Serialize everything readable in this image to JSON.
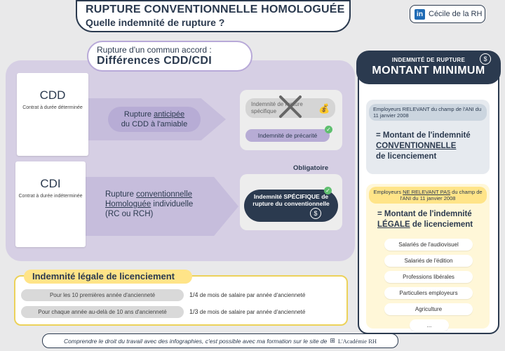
{
  "header": {
    "title_line1": "RUPTURE CONVENTIONNELLE HOMOLOGUÉE",
    "title_line2": "Quelle indemnité de rupture ?",
    "author_name": "Cécile de la RH",
    "author_icon": "linkedin-icon"
  },
  "section": {
    "subtitle_line1": "Rupture d'un commun accord :",
    "subtitle_line2": "Différences CDD/CDI"
  },
  "cdd": {
    "title": "CDD",
    "desc": "Contrat à durée déterminée",
    "rupture_pre": "Rupture ",
    "rupture_u": "anticipée",
    "rupture_post": "du CDD à l'amiable",
    "crossed_outcome": "Indemnité de rupture spécifique",
    "outcome": "Indemnité de précarité"
  },
  "cdi": {
    "title": "CDI",
    "desc": "Contrat à durée indéterminée",
    "rupture_pre": "Rupture ",
    "rupture_u1": "conventionnelle",
    "rupture_u2": "Homologuée",
    "rupture_post": " individuelle",
    "rupture_note": "(RC ou RCH)",
    "obligatoire": "Obligatoire",
    "outcome": "Indemnité SPÉCIFIQUE de rupture du conventionnelle"
  },
  "legal": {
    "title": "Indemnité légale de licenciement",
    "rows": [
      {
        "label": "Pour les 10 premières année d'ancienneté",
        "fraction": "1/4",
        "text": "de mois de salaire par année d'ancienneté"
      },
      {
        "label": "Pour chaque année au-delà de 10 ans d'ancienneté",
        "fraction": "1/3",
        "text": "de mois de salaire par année d'ancienneté"
      }
    ]
  },
  "right": {
    "head_small": "INDEMNITÉ DE RUPTURE",
    "head_big": "MONTANT MINIMUM",
    "relevant_label": "Employeurs RELEVANT du champ de l'ANI du 11 janvier 2008",
    "relevant_pre": "= Montant de l'indemnité",
    "relevant_u": "CONVENTIONNELLE",
    "relevant_post": "de licenciement",
    "nonrelevant_pre": "Employeurs ",
    "nonrelevant_u": "NE RELEVANT PAS",
    "nonrelevant_post": " du champ de l'ANI du 11 janvier 2008",
    "legal_pre": "= Montant de l'indemnité",
    "legal_u": "LÉGALE",
    "legal_post": " de licenciement",
    "categories": [
      "Salariés de l'audiovisuel",
      "Salariés de l'édition",
      "Professions libérales",
      "Particuliers employeurs",
      "Agriculture",
      "..."
    ]
  },
  "footer": {
    "text": "Comprendre le droit du travail avec des infographies, c'est possible avec ma formation sur le site de",
    "brand": "L'Académie RH"
  },
  "colors": {
    "navy": "#2b3a4f",
    "lavender": "#d6cfe4",
    "yellow": "#ffe488",
    "green_check": "#5fbf6f"
  }
}
